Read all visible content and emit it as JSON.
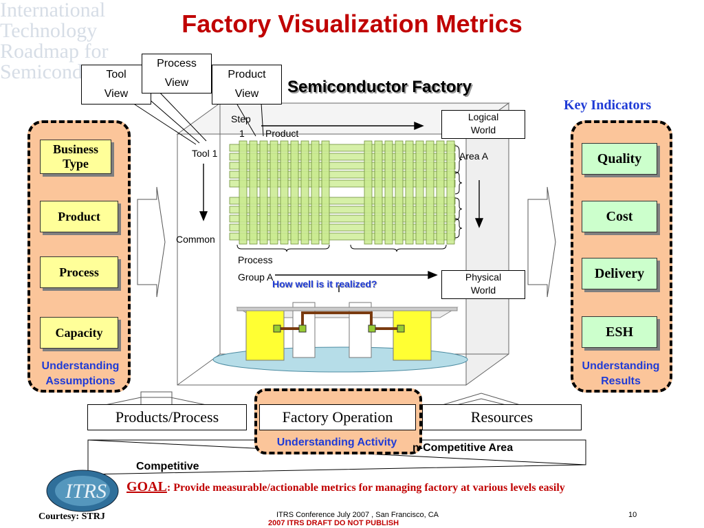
{
  "slide": {
    "title": "Factory Visualization Metrics",
    "watermark_lines": [
      "International",
      "Technology",
      "Roadmap for",
      "Semiconductors"
    ],
    "subtitle": "Semiconductor Factory",
    "callouts": {
      "tool_view": [
        "Tool",
        "View"
      ],
      "process_view": [
        "Process",
        "View"
      ],
      "product_view": [
        "Product",
        "View"
      ]
    },
    "diagram_labels": {
      "step": "Step",
      "step_num": "1",
      "product": "Product",
      "tool1": "Tool 1",
      "area_a": "Area A",
      "common": "Common",
      "process": "Process",
      "group_a": "Group A",
      "realized": "How well is it realized?",
      "logical_world": [
        "Logical",
        "World"
      ],
      "physical_world": [
        "Physical",
        "World"
      ]
    },
    "left_panel": {
      "items": [
        "Business Type",
        "Product",
        "Process",
        "Capacity"
      ],
      "caption": [
        "Understanding",
        "Assumptions"
      ]
    },
    "right_panel": {
      "heading": "Key Indicators",
      "items": [
        "Quality",
        "Cost",
        "Delivery",
        "ESH"
      ],
      "caption": [
        "Understanding",
        "Results"
      ]
    },
    "bottom": {
      "boxes": [
        "Products/Process",
        "Factory Operation",
        "Resources"
      ],
      "activity": "Understanding Activity",
      "non_competitive": "n-Competitive Area",
      "competitive": "Competitive"
    },
    "goal": {
      "label": "GOAL",
      "text": ": Provide measurable/actionable metrics for managing factory at various levels easily"
    },
    "footer": {
      "courtesy": "Courtesy: STRJ",
      "conference": "ITRS Conference July 2007 , San Francisco, CA",
      "draft": "2007 ITRS DRAFT DO NOT PUBLISH",
      "page": "10",
      "logo_text": "ITRS"
    },
    "colors": {
      "title": "#c00000",
      "panel": "#fbc59a",
      "yellow_button": "#ffff99",
      "green_button": "#ccffcc",
      "understanding": "#1f3bd6"
    }
  }
}
